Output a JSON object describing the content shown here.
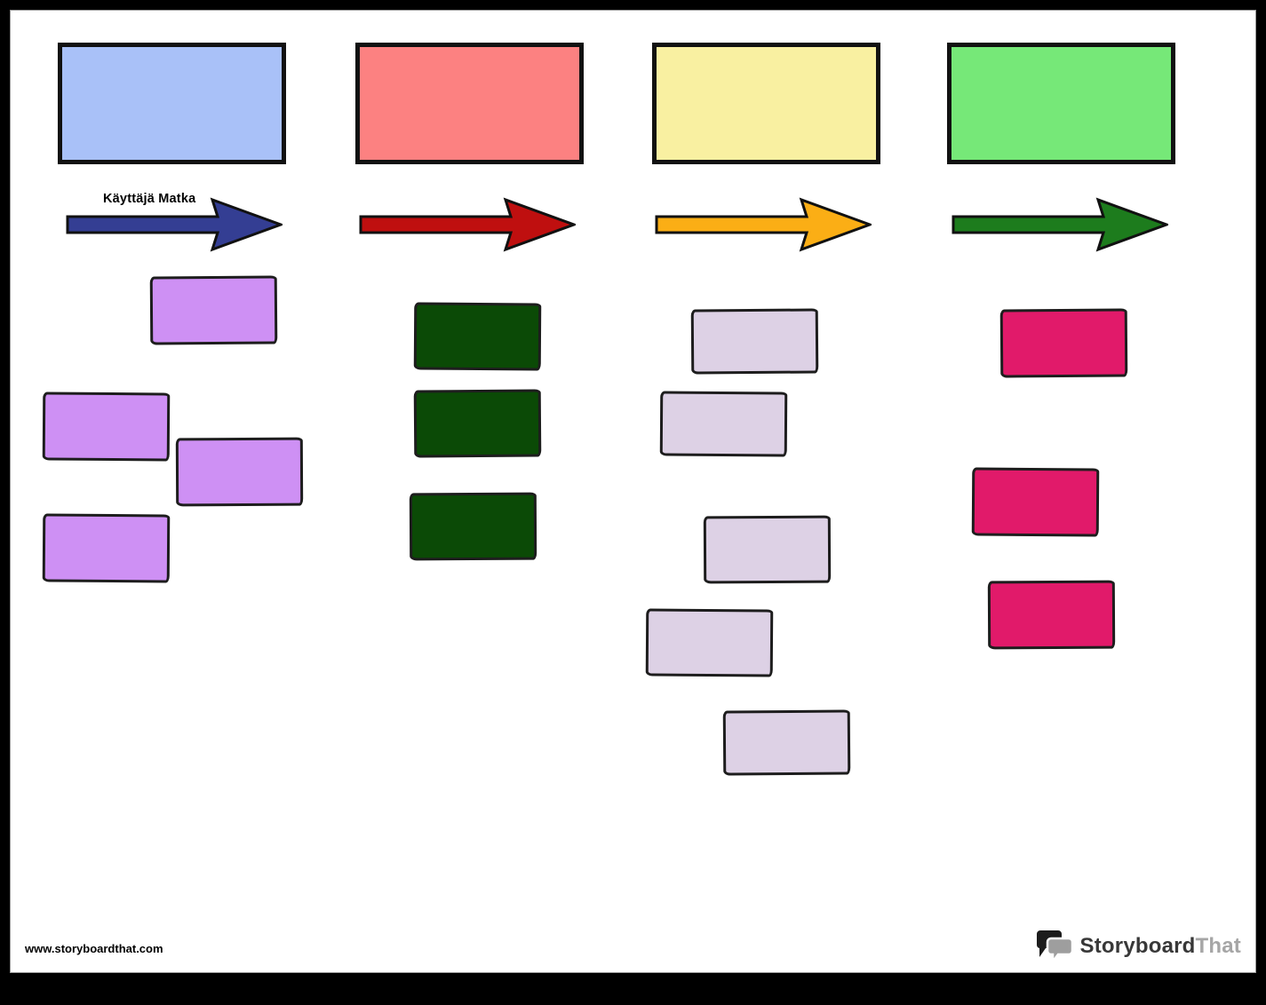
{
  "stages": [
    {
      "name": "stage-1",
      "header_color": "#a9c1f8",
      "arrow_color": "#343e93",
      "arrow_label": "Käyttäjä Matka"
    },
    {
      "name": "stage-2",
      "header_color": "#fc8181",
      "arrow_color": "#bf0f0f",
      "arrow_label": ""
    },
    {
      "name": "stage-3",
      "header_color": "#f9f0a1",
      "arrow_color": "#fbae15",
      "arrow_label": ""
    },
    {
      "name": "stage-4",
      "header_color": "#76e878",
      "arrow_color": "#1d7c1d",
      "arrow_label": ""
    }
  ],
  "cards": {
    "column_1": {
      "color": "#ce90f4",
      "count": 4
    },
    "column_2": {
      "color": "#0b4a06",
      "count": 3
    },
    "column_3": {
      "color": "#ddd1e5",
      "count": 5
    },
    "column_4": {
      "color": "#e11a6a",
      "count": 3
    }
  },
  "card_border_color": "#1d1d1d",
  "footer": {
    "website": "www.storyboardthat.com",
    "logo": {
      "primary": "Storyboard",
      "secondary": "That",
      "bubble_dark": "#1c1c1c",
      "bubble_gray": "#9e9e9e"
    }
  }
}
